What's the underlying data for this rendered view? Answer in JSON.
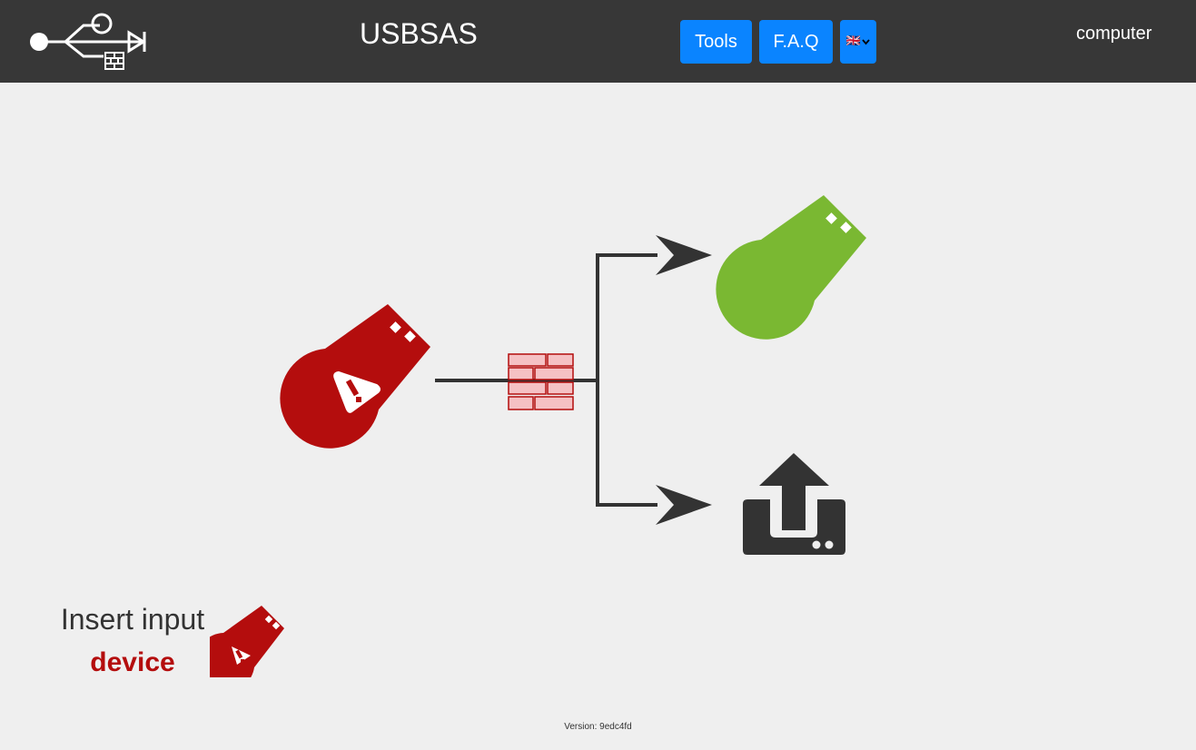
{
  "header": {
    "app_title": "USBSAS",
    "nav": {
      "tools_label": "Tools",
      "faq_label": "F.A.Q"
    },
    "language": {
      "selected": "🇬🇧"
    },
    "hostname": "computer"
  },
  "icons": {
    "logo": "usb-firewall-logo",
    "source": "usb-drive-warning-icon",
    "firewall": "brick-firewall-icon",
    "destination_usb": "usb-drive-icon",
    "destination_upload": "upload-network-icon",
    "status": "usb-drive-warning-icon"
  },
  "colors": {
    "accent": "#0a84ff",
    "header_bg": "#373737",
    "danger": "#b40d0d",
    "success": "#7ab832",
    "firewall_fill": "#f5c1c4",
    "arrow": "#333333"
  },
  "status": {
    "line1": "Insert input",
    "line2": "device"
  },
  "footer": {
    "version": "Version: 9edc4fd"
  }
}
